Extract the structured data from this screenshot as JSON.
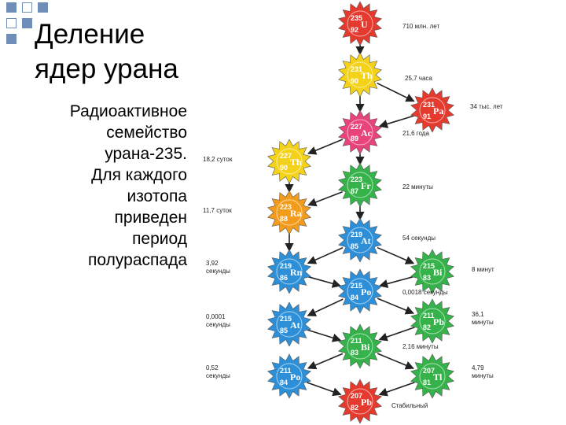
{
  "title_lines": [
    "Деление",
    "ядер урана"
  ],
  "description_lines": [
    "Радиоактивное",
    "семейство",
    "урана-235.",
    "Для каждого",
    "изотопа",
    "приведен",
    "период",
    "полураспада"
  ],
  "diagram": {
    "nodes": [
      {
        "id": "u235",
        "mass": "235",
        "z": "92",
        "symbol": "U",
        "color": "#e53a2e"
      },
      {
        "id": "th231",
        "mass": "231",
        "z": "90",
        "symbol": "Th",
        "color": "#f4d21a"
      },
      {
        "id": "pa231",
        "mass": "231",
        "z": "91",
        "symbol": "Pa",
        "color": "#e53a2e"
      },
      {
        "id": "ac227",
        "mass": "227",
        "z": "89",
        "symbol": "Ac",
        "color": "#e8437a"
      },
      {
        "id": "th227",
        "mass": "227",
        "z": "90",
        "symbol": "Th",
        "color": "#f4d21a"
      },
      {
        "id": "fr223",
        "mass": "223",
        "z": "87",
        "symbol": "Fr",
        "color": "#35b24a"
      },
      {
        "id": "ra223",
        "mass": "223",
        "z": "88",
        "symbol": "Ra",
        "color": "#f39c1c"
      },
      {
        "id": "at219",
        "mass": "219",
        "z": "85",
        "symbol": "At",
        "color": "#2d8fd8"
      },
      {
        "id": "rn219",
        "mass": "219",
        "z": "86",
        "symbol": "Rn",
        "color": "#2d8fd8"
      },
      {
        "id": "bi215",
        "mass": "215",
        "z": "83",
        "symbol": "Bi",
        "color": "#35b24a"
      },
      {
        "id": "po215",
        "mass": "215",
        "z": "84",
        "symbol": "Po",
        "color": "#2d8fd8"
      },
      {
        "id": "at215",
        "mass": "215",
        "z": "85",
        "symbol": "At",
        "color": "#2d8fd8"
      },
      {
        "id": "pb211",
        "mass": "211",
        "z": "82",
        "symbol": "Pb",
        "color": "#35b24a"
      },
      {
        "id": "bi211",
        "mass": "211",
        "z": "83",
        "symbol": "Bi",
        "color": "#35b24a"
      },
      {
        "id": "po211",
        "mass": "211",
        "z": "84",
        "symbol": "Po",
        "color": "#2d8fd8"
      },
      {
        "id": "tl207",
        "mass": "207",
        "z": "81",
        "symbol": "Tl",
        "color": "#35b24a"
      },
      {
        "id": "pb207",
        "mass": "207",
        "z": "82",
        "symbol": "Pb",
        "color": "#e53a2e"
      }
    ],
    "half_lives": [
      {
        "id": "hl-u235",
        "text": [
          "710 млн. лет"
        ]
      },
      {
        "id": "hl-th231",
        "text": [
          "25,7 часа"
        ]
      },
      {
        "id": "hl-pa231",
        "text": [
          "34 тыс. лет"
        ]
      },
      {
        "id": "hl-ac227",
        "text": [
          "21,6 года"
        ]
      },
      {
        "id": "hl-th227",
        "text": [
          "18,2 суток"
        ]
      },
      {
        "id": "hl-fr223",
        "text": [
          "22 минуты"
        ]
      },
      {
        "id": "hl-ra223",
        "text": [
          "11,7 суток"
        ]
      },
      {
        "id": "hl-at219",
        "text": [
          "54 секунды"
        ]
      },
      {
        "id": "hl-rn219",
        "text": [
          "3,92",
          "секунды"
        ]
      },
      {
        "id": "hl-bi215",
        "text": [
          "8 минут"
        ]
      },
      {
        "id": "hl-po215",
        "text": [
          "0,0018 секунды"
        ]
      },
      {
        "id": "hl-at215",
        "text": [
          "0,0001",
          "секунды"
        ]
      },
      {
        "id": "hl-pb211",
        "text": [
          "36,1",
          "минуты"
        ]
      },
      {
        "id": "hl-bi211",
        "text": [
          "2,16 минуты"
        ]
      },
      {
        "id": "hl-po211",
        "text": [
          "0,52",
          "секунды"
        ]
      },
      {
        "id": "hl-tl207",
        "text": [
          "4,79",
          "минуты"
        ]
      },
      {
        "id": "hl-pb207",
        "text": [
          "Стабильный"
        ]
      }
    ]
  }
}
